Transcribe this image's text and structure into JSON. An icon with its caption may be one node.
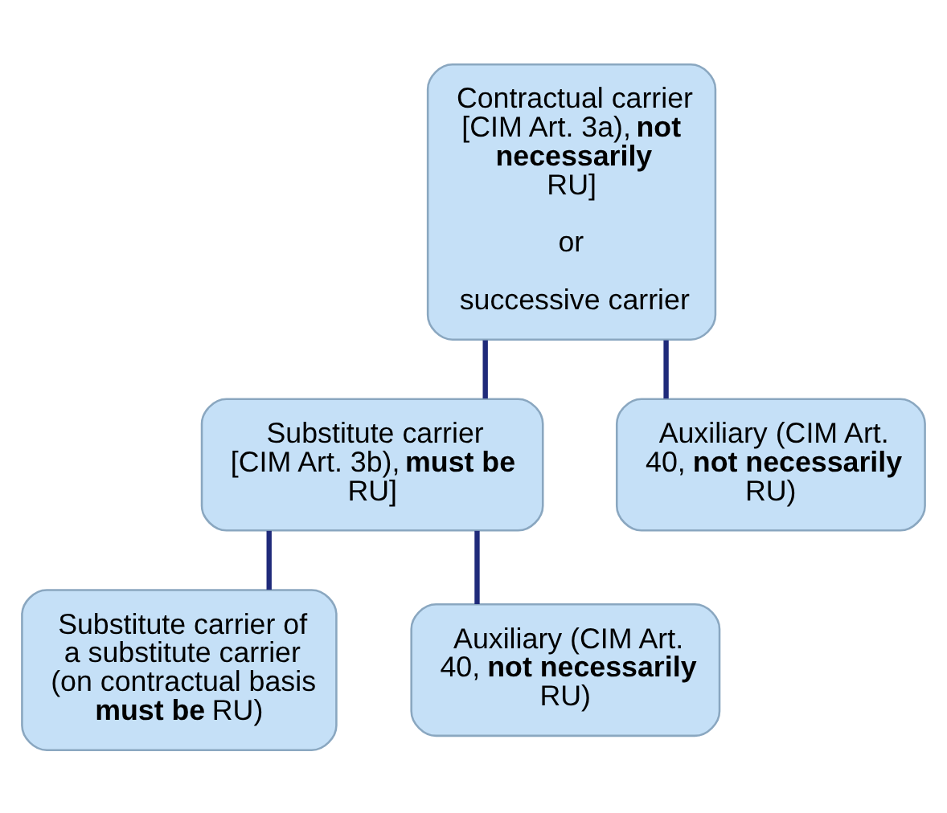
{
  "diagram": {
    "nodes": [
      {
        "text": [
          "Contractual carrier [CIM Art. 3a), **not necessarily** RU]",
          "or",
          "successive carrier"
        ]
      },
      {
        "text": [
          "Substitute carrier [CIM Art. 3b), **must be** RU]"
        ]
      },
      {
        "text": [
          "Auxiliary (CIM Art. 40, **not necessarily**  RU)"
        ]
      },
      {
        "text": [
          "Substitute carrier of a substitute carrier (on contractual basis **must be** RU)"
        ]
      },
      {
        "text": [
          "Auxiliary (CIM Art. 40, **not necessarily** RU)"
        ]
      }
    ],
    "edges": [
      {
        "from": 0,
        "to": 1,
        "arrow": "none"
      },
      {
        "from": 0,
        "to": 2,
        "arrow": "none"
      },
      {
        "from": 1,
        "to": 3,
        "arrow": "none"
      },
      {
        "from": 1,
        "to": 4,
        "arrow": "none"
      }
    ]
  }
}
